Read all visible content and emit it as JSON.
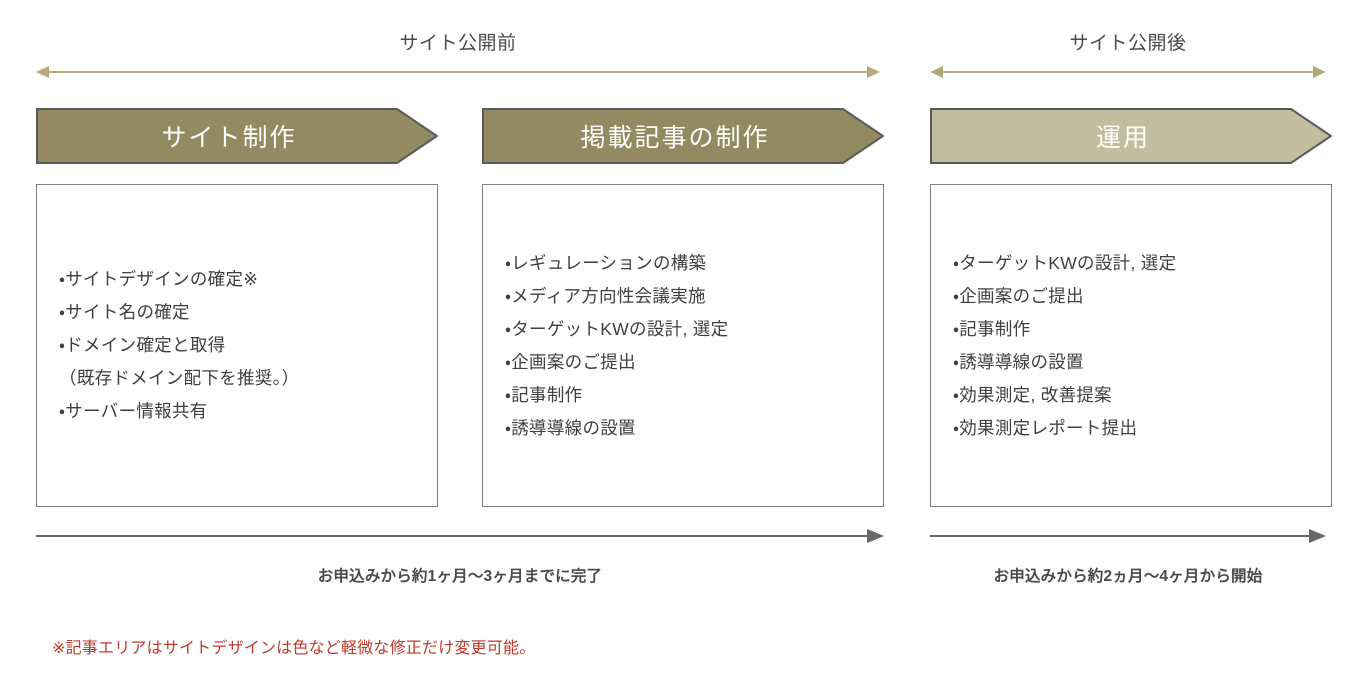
{
  "palette": {
    "chevron_dark": "#938a62",
    "chevron_light": "#c4bc9e",
    "chevron_border": "#595959",
    "span_arrow": "#b3a97a",
    "time_arrow": "#676767",
    "box_border": "#808080",
    "body_text": "#3f3f3f",
    "footnote_red": "#c0392b"
  },
  "phases": [
    {
      "caption": "サイト公開前"
    },
    {
      "caption": "サイト公開後"
    }
  ],
  "columns": [
    {
      "header": "サイト制作",
      "items": [
        "・サイトデザインの確定※",
        "・サイト名の確定",
        "・ドメイン確定と取得",
        "（既存ドメイン配下を推奨。）",
        "・サーバー情報共有"
      ]
    },
    {
      "header": "掲載記事の制作",
      "items": [
        "・レギュレーションの構築",
        "・メディア方向性会議実施",
        "・ターゲットKWの設計, 選定",
        "・企画案のご提出",
        "・記事制作",
        "・誘導導線の設置"
      ]
    },
    {
      "header": "運用",
      "items": [
        "・ターゲットKWの設計, 選定",
        "・企画案のご提出",
        "・記事制作",
        "・誘導導線の設置",
        "・効果測定, 改善提案",
        "・効果測定レポート提出"
      ]
    }
  ],
  "timeline": [
    {
      "caption": "お申込みから約1ヶ月～3ヶ月までに完了"
    },
    {
      "caption": "お申込みから約2ヵ月～4ヶ月から開始"
    }
  ],
  "footnote": "※記事エリアはサイトデザインは色など軽微な修正だけ変更可能。"
}
